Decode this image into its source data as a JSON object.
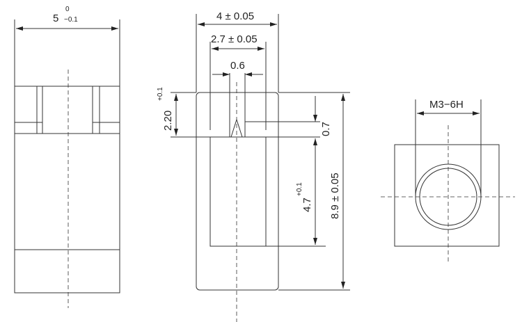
{
  "left_view": {
    "width_dim": "5",
    "width_tol_upper": "0",
    "width_tol_lower": "−0.1"
  },
  "middle_view": {
    "outer_width": "4 ± 0.05",
    "inner_width": "2.7 ± 0.05",
    "slot_width": "0.6",
    "top_depth": "2.20",
    "top_depth_tol": "+0.1",
    "cone_depth": "0.7",
    "bore_depth": "4.7",
    "bore_depth_tol": "+0.1",
    "overall_height": "8.9 ± 0.05"
  },
  "right_view": {
    "thread": "M3−6H"
  }
}
